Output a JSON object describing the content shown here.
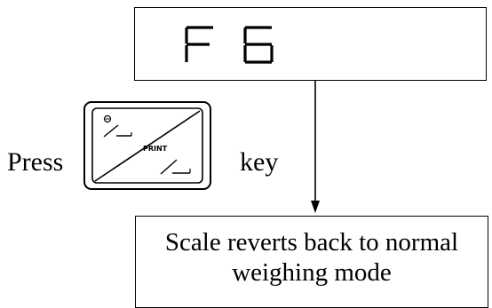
{
  "display": {
    "readout": "F6"
  },
  "instruction": {
    "press_label": "Press",
    "key_suffix_label": "key",
    "key": {
      "icon": "print-key-icon",
      "upper_symbol": "⊜",
      "lower_text": "PRINT"
    }
  },
  "result": {
    "line1": "Scale reverts back to normal",
    "line2": "weighing mode"
  }
}
